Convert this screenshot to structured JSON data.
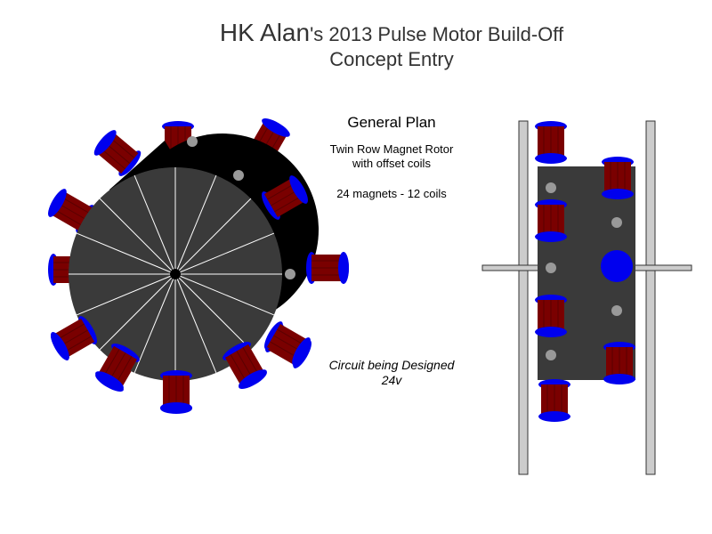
{
  "title": {
    "name": "HK Alan",
    "line1_rest": "'s 2013 Pulse Motor Build-Off",
    "line2": "Concept Entry"
  },
  "plan": {
    "heading": "General Plan",
    "desc_line1": "Twin Row Magnet Rotor",
    "desc_line2": "with offset coils",
    "specs": "24 magnets - 12 coils"
  },
  "circuit": {
    "line1": "Circuit being Designed",
    "line2": "24v"
  },
  "colors": {
    "coil_winding": "#7a0000",
    "coil_flange": "#0000ee",
    "front_disc": "#3a3a3a",
    "back_disc": "#000000",
    "magnet": "#999999",
    "frame": "#cccccc"
  }
}
